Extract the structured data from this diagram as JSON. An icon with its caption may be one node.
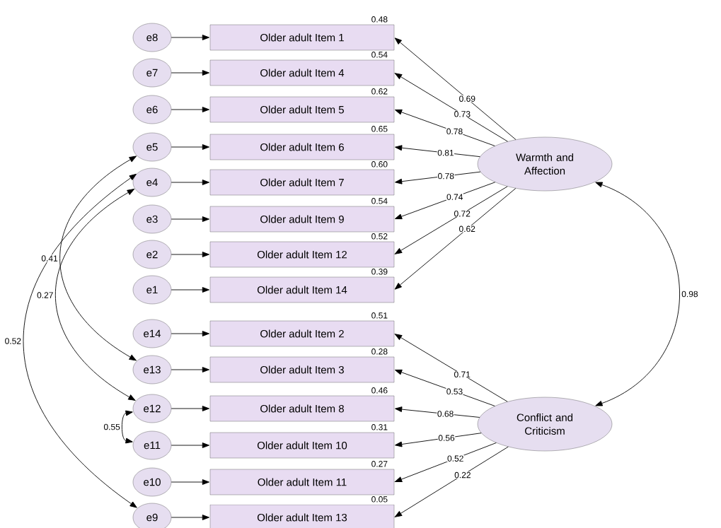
{
  "diagram": {
    "nodes": [
      {
        "text": [
          "e8"
        ]
      },
      {
        "text": [
          "Older adult Item 1"
        ],
        "beside": [
          "0.48"
        ]
      },
      {
        "text": [
          "e7"
        ]
      },
      {
        "text": [
          "Older adult Item 4"
        ],
        "beside": [
          "0.54"
        ]
      },
      {
        "text": [
          "e6"
        ]
      },
      {
        "text": [
          "Older adult Item 5"
        ],
        "beside": [
          "0.62"
        ]
      },
      {
        "text": [
          "e5"
        ]
      },
      {
        "text": [
          "Older adult Item 6"
        ],
        "beside": [
          "0.65"
        ]
      },
      {
        "text": [
          "e4"
        ]
      },
      {
        "text": [
          "Older adult Item 7"
        ],
        "beside": [
          "0.60"
        ]
      },
      {
        "text": [
          "e3"
        ]
      },
      {
        "text": [
          "Older adult Item 9"
        ],
        "beside": [
          "0.54"
        ]
      },
      {
        "text": [
          "e2"
        ]
      },
      {
        "text": [
          "Older adult Item 12"
        ],
        "beside": [
          "0.52"
        ]
      },
      {
        "text": [
          "e1"
        ]
      },
      {
        "text": [
          "Older adult Item 14"
        ],
        "beside": [
          "0.39"
        ]
      },
      {
        "text": [
          "e14"
        ]
      },
      {
        "text": [
          "Older adult Item 2"
        ],
        "beside": [
          "0.51"
        ]
      },
      {
        "text": [
          "e13"
        ]
      },
      {
        "text": [
          "Older adult Item 3"
        ],
        "beside": [
          "0.28"
        ]
      },
      {
        "text": [
          "e12"
        ]
      },
      {
        "text": [
          "Older adult Item 8"
        ],
        "beside": [
          "0.46"
        ]
      },
      {
        "text": [
          "e11"
        ]
      },
      {
        "text": [
          "Older adult Item 10"
        ],
        "beside": [
          "0.31"
        ]
      },
      {
        "text": [
          "e10"
        ]
      },
      {
        "text": [
          "Older adult Item 11"
        ],
        "beside": [
          "0.27"
        ]
      },
      {
        "text": [
          "e9"
        ]
      },
      {
        "text": [
          "Older adult Item 13"
        ],
        "beside": [
          "0.05"
        ]
      },
      {
        "text": [
          "Warmth and Affection"
        ]
      },
      {
        "text": [
          "Conflict and Criticism"
        ]
      }
    ],
    "edges": [
      {
        "from": 0,
        "to": 1,
        "arrow": "to"
      },
      {
        "from": 2,
        "to": 3,
        "arrow": "to"
      },
      {
        "from": 4,
        "to": 5,
        "arrow": "to"
      },
      {
        "from": 6,
        "to": 7,
        "arrow": "to"
      },
      {
        "from": 8,
        "to": 9,
        "arrow": "to"
      },
      {
        "from": 10,
        "to": 11,
        "arrow": "to"
      },
      {
        "from": 12,
        "to": 13,
        "arrow": "to"
      },
      {
        "from": 14,
        "to": 15,
        "arrow": "to"
      },
      {
        "from": 16,
        "to": 17,
        "arrow": "to"
      },
      {
        "from": 18,
        "to": 19,
        "arrow": "to"
      },
      {
        "from": 20,
        "to": 21,
        "arrow": "to"
      },
      {
        "from": 22,
        "to": 23,
        "arrow": "to"
      },
      {
        "from": 24,
        "to": 25,
        "arrow": "to"
      },
      {
        "from": 26,
        "to": 27,
        "arrow": "to"
      },
      {
        "from": 28,
        "to": 1,
        "arrow": "to",
        "label": "0.69"
      },
      {
        "from": 28,
        "to": 3,
        "arrow": "to",
        "label": "0.73"
      },
      {
        "from": 28,
        "to": 5,
        "arrow": "to",
        "label": "0.78"
      },
      {
        "from": 28,
        "to": 7,
        "arrow": "to",
        "label": "0.81"
      },
      {
        "from": 28,
        "to": 9,
        "arrow": "to",
        "label": "0.78"
      },
      {
        "from": 28,
        "to": 11,
        "arrow": "to",
        "label": "0.74"
      },
      {
        "from": 28,
        "to": 13,
        "arrow": "to",
        "label": "0.72"
      },
      {
        "from": 28,
        "to": 15,
        "arrow": "to",
        "label": "0.62"
      },
      {
        "from": 29,
        "to": 17,
        "arrow": "to",
        "label": "0.71"
      },
      {
        "from": 29,
        "to": 19,
        "arrow": "to",
        "label": "0.53"
      },
      {
        "from": 29,
        "to": 21,
        "arrow": "to",
        "label": "0.68"
      },
      {
        "from": 29,
        "to": 23,
        "arrow": "to",
        "label": "0.56"
      },
      {
        "from": 29,
        "to": 25,
        "arrow": "to",
        "label": "0.52"
      },
      {
        "from": 29,
        "to": 27,
        "arrow": "to",
        "label": "0.22"
      },
      {
        "from": 6,
        "to": 18,
        "arrow": "both",
        "label": "0.41"
      },
      {
        "from": 8,
        "to": 20,
        "arrow": "both",
        "label": "0.27"
      },
      {
        "from": 8,
        "to": 26,
        "arrow": "both",
        "label": "0.52"
      },
      {
        "from": 20,
        "to": 22,
        "arrow": "both",
        "label": "0.55"
      },
      {
        "from": 28,
        "to": 29,
        "arrow": "both",
        "label": "0.98"
      }
    ]
  }
}
